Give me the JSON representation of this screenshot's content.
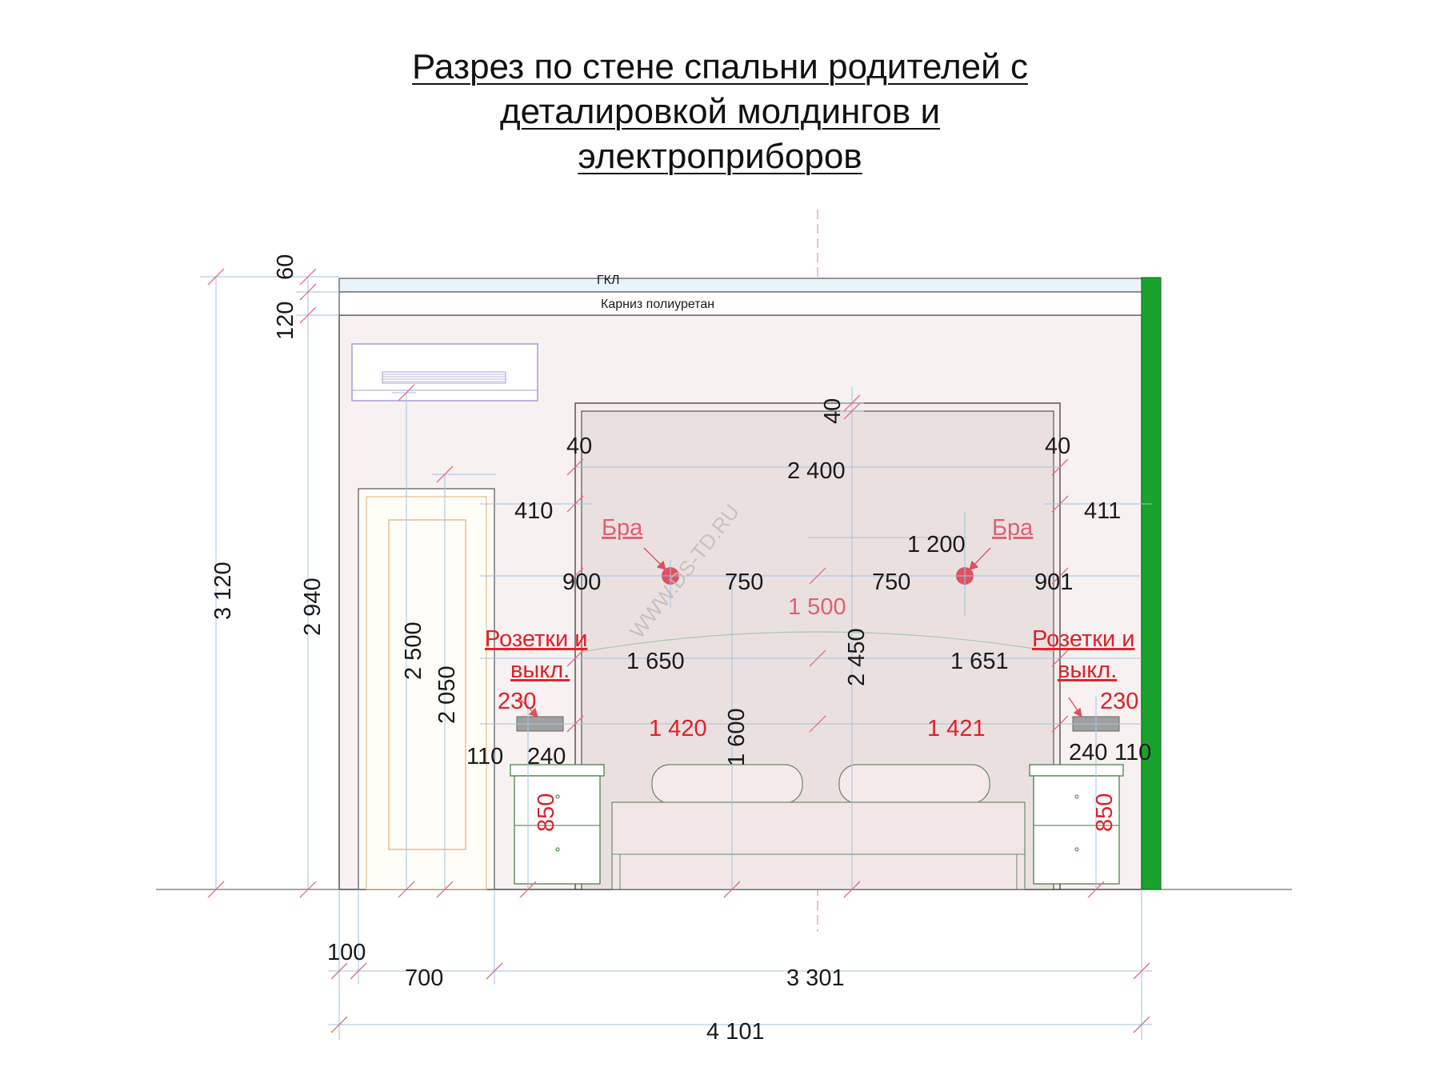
{
  "title": {
    "line1": "Разрез по стене спальни родителей  с",
    "line2": "деталировкой молдингов и",
    "line3": "электроприборов"
  },
  "labels": {
    "gkl": "ГКЛ",
    "cornice": "Карниз полиуретан",
    "bra_left": "Бра",
    "bra_right": "Бра",
    "sockets_left_1": "Розетки и",
    "sockets_left_2": "выкл.",
    "sockets_right_1": "Розетки и",
    "sockets_right_2": "выкл.",
    "watermark": "WWW.DS-TD.RU"
  },
  "dimensions": {
    "d60": "60",
    "d120": "120",
    "d3120": "3 120",
    "d2940": "2 940",
    "d2500": "2 500",
    "d2050": "2 050",
    "d40_top": "40",
    "d40_left": "40",
    "d40_right": "40",
    "d2400": "2 400",
    "d410": "410",
    "d411": "411",
    "d1200": "1 200",
    "d900": "900",
    "d750_left": "750",
    "d750_right": "750",
    "d901": "901",
    "d1500": "1 500",
    "d1650": "1 650",
    "d2450": "2 450",
    "d1651": "1 651",
    "d230_left": "230",
    "d230_right": "230",
    "d1420": "1 420",
    "d1421": "1 421",
    "d1600": "1 600",
    "d110_left": "110",
    "d240_left": "240",
    "d240_right": "240",
    "d110_right": "110",
    "d850_left": "850",
    "d850_right": "850",
    "d100": "100",
    "d700": "700",
    "d3301": "3 301",
    "d4101": "4 101"
  },
  "colors": {
    "wall_fill": "#f8f1f1",
    "panel_fill": "#ebe0e0",
    "green_column": "#1aa32c",
    "red_dimension": "#e0202a",
    "lamp": "#e05060"
  }
}
